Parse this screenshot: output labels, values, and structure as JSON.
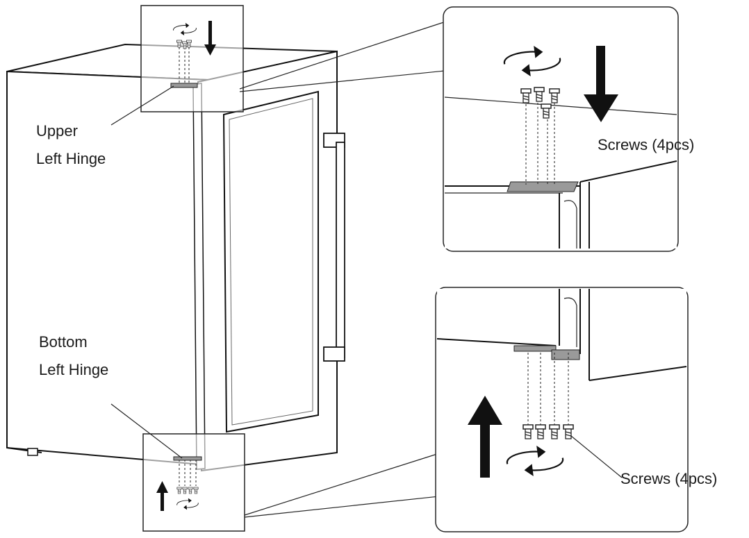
{
  "labels": {
    "upper_hinge_line1": "Upper",
    "upper_hinge_line2": "Left Hinge",
    "bottom_hinge_line1": "Bottom",
    "bottom_hinge_line2": "Left Hinge",
    "top_screws": "Screws (4pcs)",
    "bottom_screws": "Screws (4pcs)"
  },
  "icons": {
    "rotate": "rotate-arrows-icon",
    "arrow_down": "arrow-down-icon",
    "arrow_up": "arrow-up-icon",
    "screw": "screw-icon"
  }
}
